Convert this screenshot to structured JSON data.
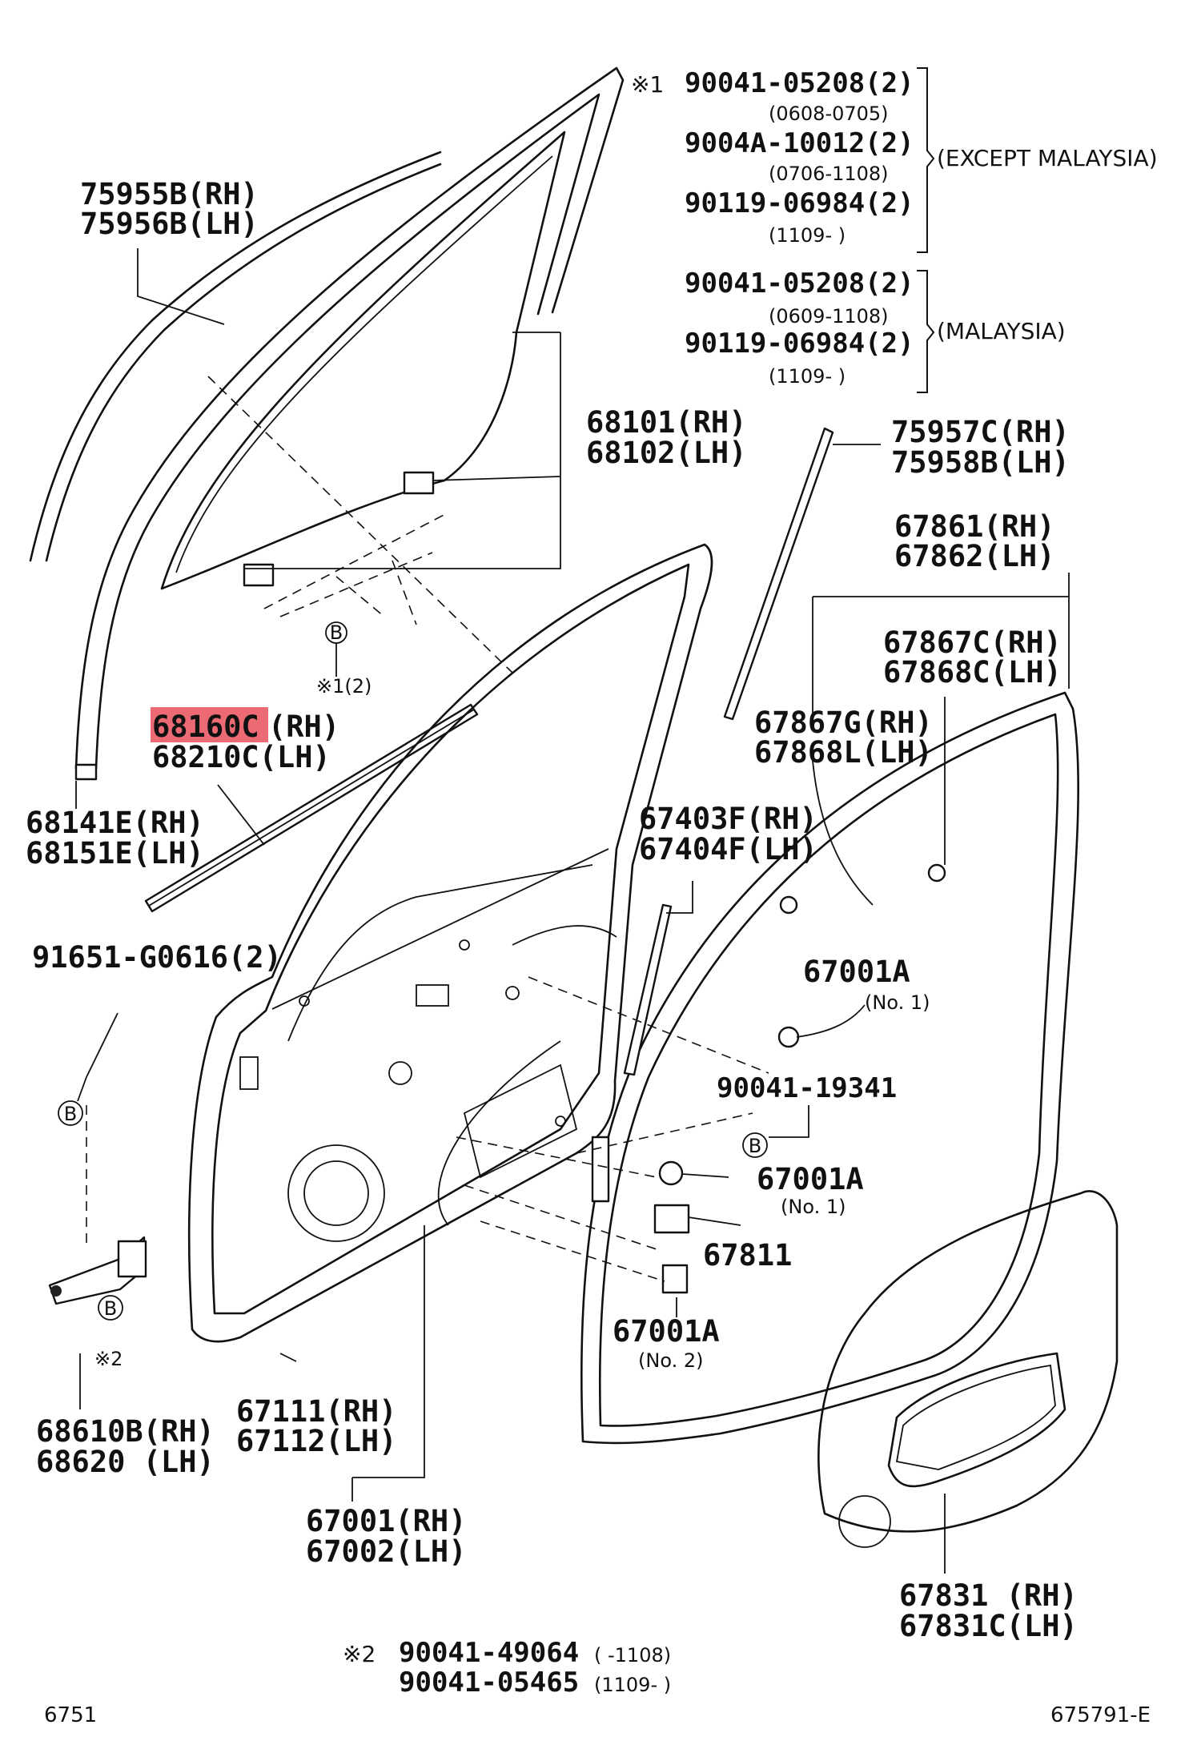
{
  "highlight_color": "#e8505a",
  "callouts": {
    "c75955": [
      "75955B(RH)",
      "75956B(LH)"
    ],
    "c68101": [
      "68101(RH)",
      "68102(LH)"
    ],
    "c75957": [
      "75957C(RH)",
      "75958B(LH)"
    ],
    "c67861": [
      "67861(RH)",
      "67862(LH)"
    ],
    "c67867c": [
      "67867C(RH)",
      "67868C(LH)"
    ],
    "c67867g": [
      "67867G(RH)",
      "67868L(LH)"
    ],
    "c68160_hl": "68160C",
    "c68160_rest": "(RH)",
    "c68210": "68210C(LH)",
    "c68141": [
      "68141E(RH)",
      "68151E(LH)"
    ],
    "c67403": [
      "67403F(RH)",
      "67404F(LH)"
    ],
    "c91651": "91651-G0616(2)",
    "c67001a_1": "67001A",
    "c67001a_1_note": "(No. 1)",
    "c90041_19341": "90041-19341",
    "c67001a_2": "67001A",
    "c67001a_2_note": "(No. 1)",
    "c67811": "67811",
    "c67001a_3": "67001A",
    "c67001a_3_note": "(No. 2)",
    "c67111": [
      "67111(RH)",
      "67112(LH)"
    ],
    "c68610": [
      "68610B(RH)",
      "68620 (LH)"
    ],
    "c67001": [
      "67001(RH)",
      "67002(LH)"
    ],
    "c67831": [
      "67831 (RH)",
      "67831C(LH)"
    ],
    "ref_b": "B",
    "ref_x1_2": "※1(2)",
    "ref_x2": "※2"
  },
  "bolt_table": {
    "mark": "※1",
    "except_group": [
      {
        "pn": "90041-05208(2)",
        "range": "(0608-0705)"
      },
      {
        "pn": "9004A-10012(2)",
        "range": "(0706-1108)"
      },
      {
        "pn": "90119-06984(2)",
        "range": "(1109-      )"
      }
    ],
    "except_label": "(EXCEPT MALAYSIA)",
    "malaysia_group": [
      {
        "pn": "90041-05208(2)",
        "range": "(0609-1108)"
      },
      {
        "pn": "90119-06984(2)",
        "range": "(1109-      )"
      }
    ],
    "malaysia_label": "(MALAYSIA)"
  },
  "footnote": {
    "mark": "※2",
    "line1_pn": "90041-49064",
    "line1_range": "(       -1108)",
    "line2_pn": "90041-05465",
    "line2_range": "(1109-       )"
  },
  "page_code_left": "6751",
  "page_code_right": "675791-E"
}
